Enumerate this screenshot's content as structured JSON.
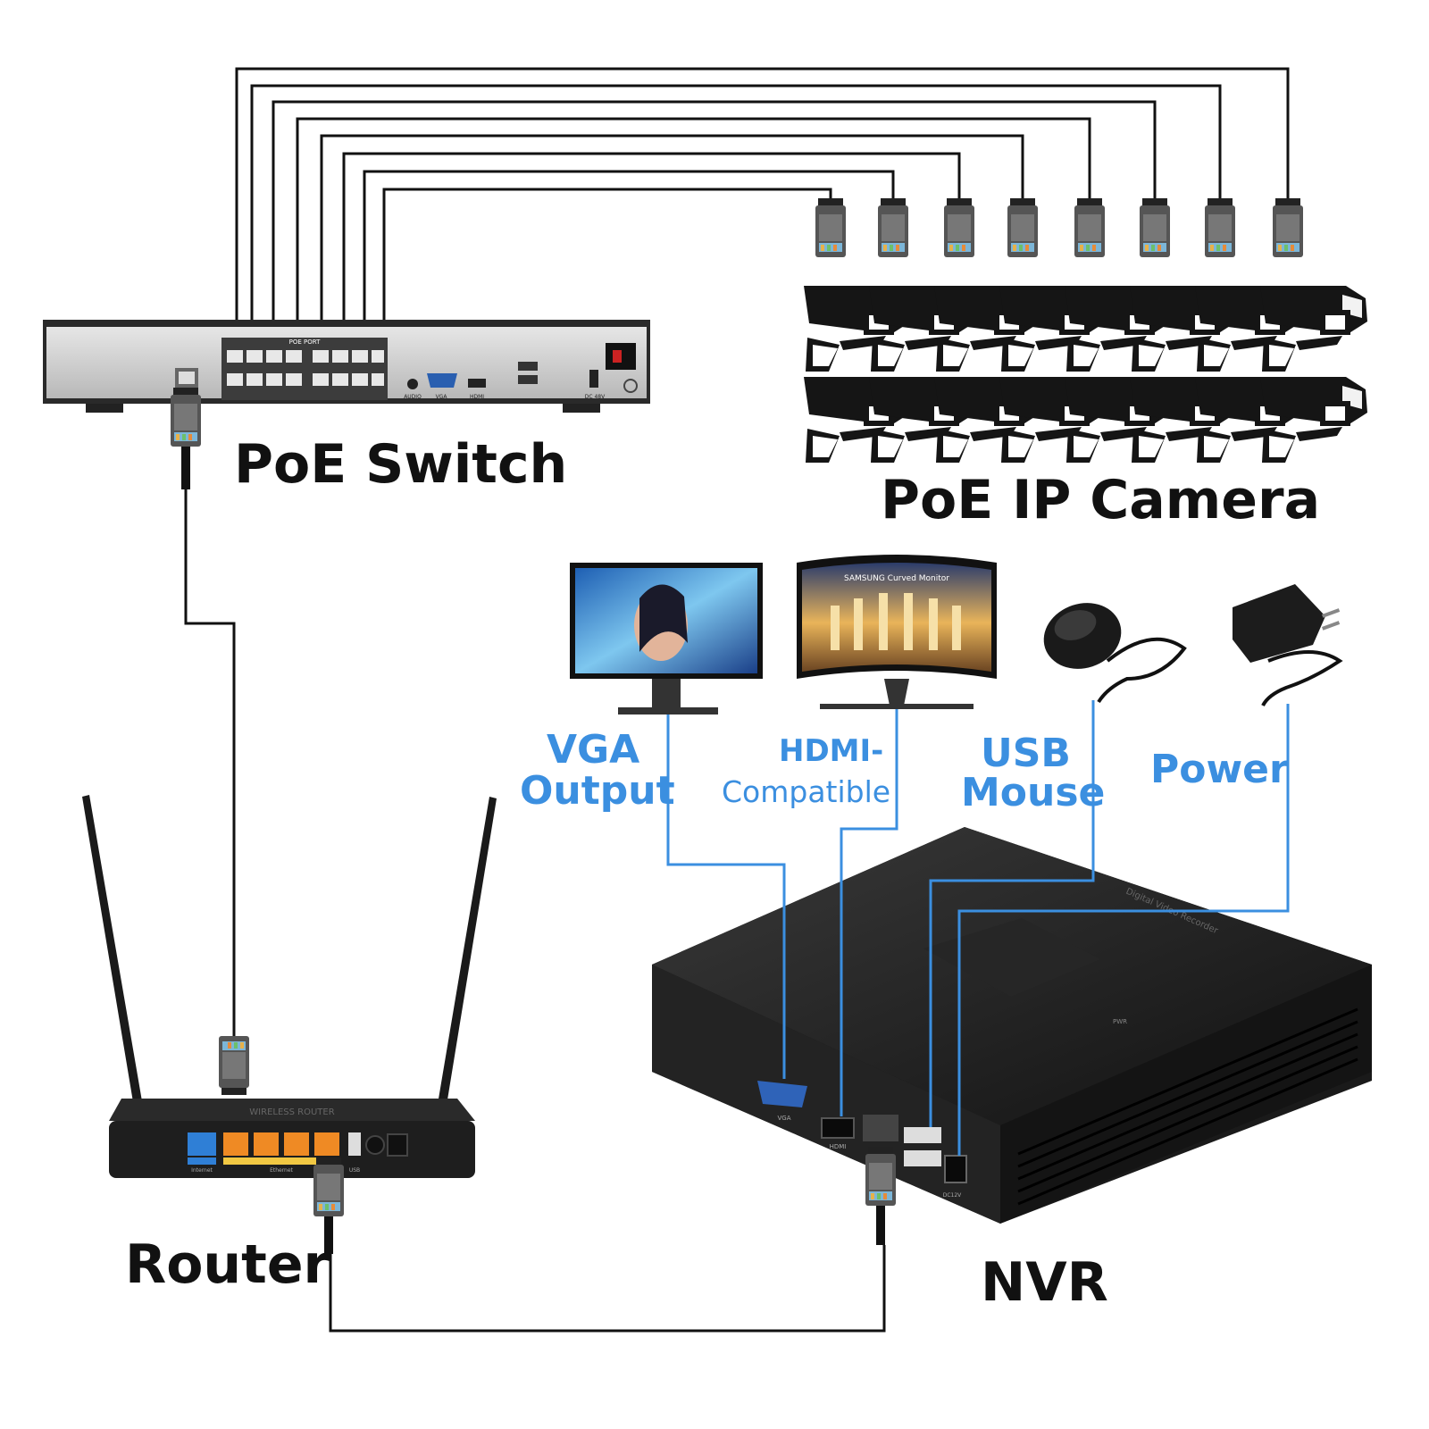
{
  "labels": {
    "poe_switch": "PoE Switch",
    "poe_ip_camera": "PoE IP Camera",
    "router": "Router",
    "nvr": "NVR",
    "vga_line1": "VGA",
    "vga_line2": "Output",
    "hdmi_line1": "HDMI-",
    "hdmi_line2": "Compatible",
    "usb_line1": "USB",
    "usb_line2": "Mouse",
    "power": "Power"
  },
  "device_text": {
    "switch_poe_port": "POE PORT",
    "switch_audio": "AUDIO",
    "switch_vga": "VGA",
    "switch_hdmi": "HDMI",
    "switch_dc": "DC 48V",
    "nvr_vga": "VGA",
    "nvr_hdmi": "HDMI",
    "nvr_dc": "DC12V",
    "nvr_top": "Digital Video Recorder",
    "nvr_pwr": "PWR",
    "router_top": "WIRELESS ROUTER",
    "router_internet": "Internet",
    "router_ethernet": "Ethernet",
    "router_usb": "USB",
    "monitor2_brand": "SAMSUNG Curved Monitor"
  },
  "colors": {
    "blue_accent": "#3b8fe0",
    "cable_black": "#111111",
    "device_black": "#1b1b1b",
    "switch_silver": "#c9c9c9"
  },
  "icons": {
    "camera": "bullet-camera-icon",
    "connector": "rj45-connector-icon",
    "monitor": "monitor-icon",
    "mouse": "mouse-icon",
    "adapter": "power-adapter-icon"
  },
  "counts": {
    "cameras": 16,
    "switch_ports": 16
  }
}
